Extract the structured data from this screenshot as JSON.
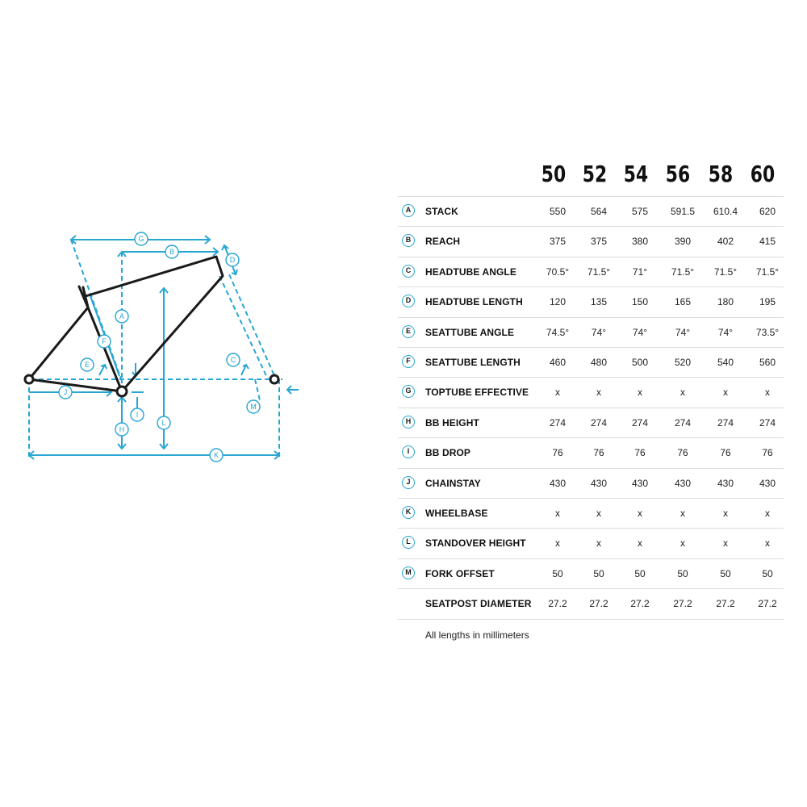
{
  "diagram": {
    "labels": [
      "A",
      "B",
      "C",
      "D",
      "E",
      "F",
      "G",
      "H",
      "I",
      "J",
      "K",
      "L",
      "M"
    ]
  },
  "table": {
    "sizes": [
      "50",
      "52",
      "54",
      "56",
      "58",
      "60"
    ],
    "rows": [
      {
        "badge": "A",
        "label": "STACK",
        "values": [
          "550",
          "564",
          "575",
          "591.5",
          "610.4",
          "620"
        ]
      },
      {
        "badge": "B",
        "label": "REACH",
        "values": [
          "375",
          "375",
          "380",
          "390",
          "402",
          "415"
        ]
      },
      {
        "badge": "C",
        "label": "HEADTUBE ANGLE",
        "values": [
          "70.5°",
          "71.5°",
          "71°",
          "71.5°",
          "71.5°",
          "71.5°"
        ]
      },
      {
        "badge": "D",
        "label": "HEADTUBE LENGTH",
        "values": [
          "120",
          "135",
          "150",
          "165",
          "180",
          "195"
        ]
      },
      {
        "badge": "E",
        "label": "SEATTUBE ANGLE",
        "values": [
          "74.5°",
          "74°",
          "74°",
          "74°",
          "74°",
          "73.5°"
        ]
      },
      {
        "badge": "F",
        "label": "SEATTUBE LENGTH",
        "values": [
          "460",
          "480",
          "500",
          "520",
          "540",
          "560"
        ]
      },
      {
        "badge": "G",
        "label": "TOPTUBE EFFECTIVE",
        "values": [
          "x",
          "x",
          "x",
          "x",
          "x",
          "x"
        ]
      },
      {
        "badge": "H",
        "label": "BB HEIGHT",
        "values": [
          "274",
          "274",
          "274",
          "274",
          "274",
          "274"
        ]
      },
      {
        "badge": "I",
        "label": "BB DROP",
        "values": [
          "76",
          "76",
          "76",
          "76",
          "76",
          "76"
        ]
      },
      {
        "badge": "J",
        "label": "CHAINSTAY",
        "values": [
          "430",
          "430",
          "430",
          "430",
          "430",
          "430"
        ]
      },
      {
        "badge": "K",
        "label": "WHEELBASE",
        "values": [
          "x",
          "x",
          "x",
          "x",
          "x",
          "x"
        ]
      },
      {
        "badge": "L",
        "label": "STANDOVER HEIGHT",
        "values": [
          "x",
          "x",
          "x",
          "x",
          "x",
          "x"
        ]
      },
      {
        "badge": "M",
        "label": "FORK OFFSET",
        "values": [
          "50",
          "50",
          "50",
          "50",
          "50",
          "50"
        ]
      },
      {
        "badge": "",
        "label": "SEATPOST DIAMETER",
        "values": [
          "27.2",
          "27.2",
          "27.2",
          "27.2",
          "27.2",
          "27.2"
        ]
      }
    ],
    "note": "All lengths in millimeters"
  },
  "colors": {
    "accent": "#27a6d3",
    "frame": "#1a1a1a",
    "divider": "#dcdcdc"
  }
}
